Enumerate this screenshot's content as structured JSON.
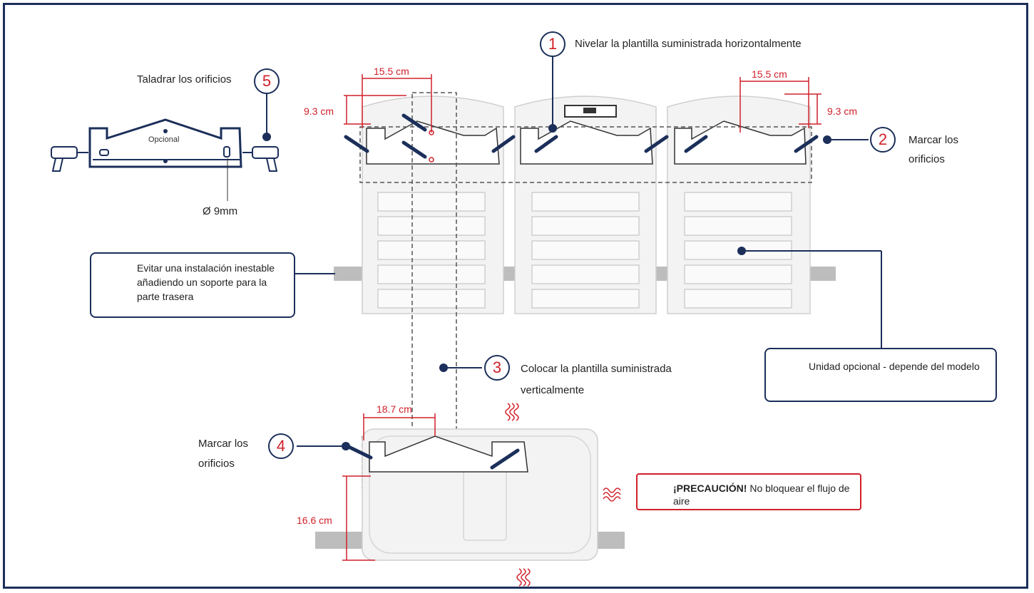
{
  "steps": {
    "s1": {
      "num": "1",
      "text": "Nivelar la plantilla suministrada horizontalmente"
    },
    "s2": {
      "num": "2",
      "text_line1": "Marcar los",
      "text_line2": "orificios"
    },
    "s3": {
      "num": "3",
      "text_line1": "Colocar la plantilla suministrada",
      "text_line2": "verticalmente"
    },
    "s4": {
      "num": "4",
      "text_line1": "Marcar los",
      "text_line2": "orificios"
    },
    "s5": {
      "num": "5",
      "text": "Taladrar los orificios"
    }
  },
  "bracket_label": "Opcional",
  "hole_diameter": "Ø 9mm",
  "dimensions": {
    "left_width": "15.5 cm",
    "left_height": "9.3 cm",
    "right_width": "15.5 cm",
    "right_height": "9.3 cm",
    "bottom_width": "18.7 cm",
    "bottom_height": "16.6 cm"
  },
  "notes": {
    "rear_support": "Evitar una instalación inestable añadiendo un soporte para la parte trasera",
    "optional_unit": "Unidad opcional - depende del modelo"
  },
  "caution": {
    "bold": "¡PRECAUCIÓN!",
    "text": " No bloquear el flujo de aire"
  },
  "colors": {
    "accent_red": "#d0202a",
    "navy": "#1b2f5a",
    "unit_gray": "#e9e9e9"
  }
}
